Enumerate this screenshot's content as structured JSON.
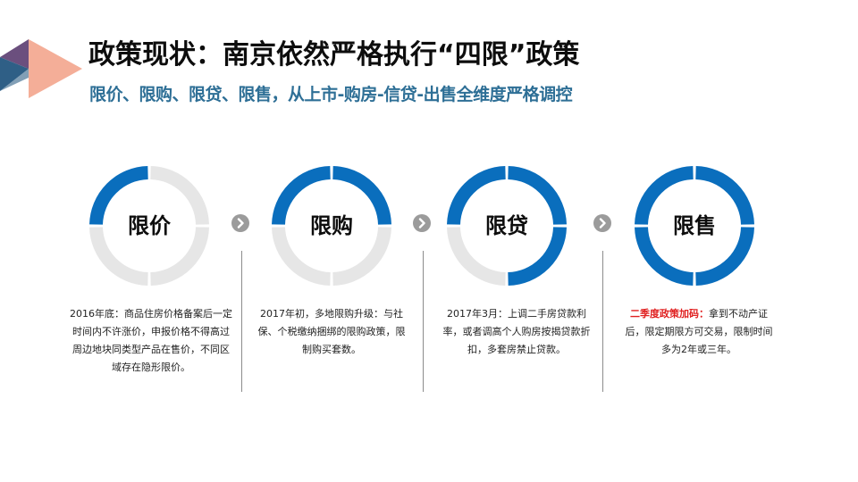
{
  "header": {
    "title": "政策现状：南京依然严格执行“四限”政策",
    "subtitle": "限价、限购、限贷、限售，从上市-购房-信贷-出售全维度严格调控"
  },
  "colors": {
    "ring_active": "#0a6ebd",
    "ring_inactive": "#e6e6e6",
    "subtitle": "#2e6f96",
    "highlight": "#e02020",
    "arrow_bg": "#9b9b9b",
    "deco_dark_blue": "#2f5f86",
    "deco_purple": "#6b4f7e",
    "deco_salmon": "#f4ae98"
  },
  "steps": [
    {
      "label": "限价",
      "active_quadrants": 1,
      "description": "2016年底：商品住房价格备案后一定时间内不许涨价，申报价格不得高过周边地块同类型产品在售价，不同区域存在隐形限价。",
      "highlight": ""
    },
    {
      "label": "限购",
      "active_quadrants": 2,
      "description": "2017年初，多地限购升级：与社保、个税缴纳捆绑的限购政策，限制购买套数。",
      "highlight": ""
    },
    {
      "label": "限贷",
      "active_quadrants": 3,
      "description": "2017年3月：上调二手房贷款利率，或者调高个人购房按揭贷款折扣，多套房禁止贷款。",
      "highlight": ""
    },
    {
      "label": "限售",
      "active_quadrants": 4,
      "description": "拿到不动产证后，限定期限方可交易，限制时间多为2年或三年。",
      "highlight": "二季度政策加码："
    }
  ],
  "icons": {
    "arrow": "chevron-right-circle",
    "deco": "triangle-arrows"
  }
}
